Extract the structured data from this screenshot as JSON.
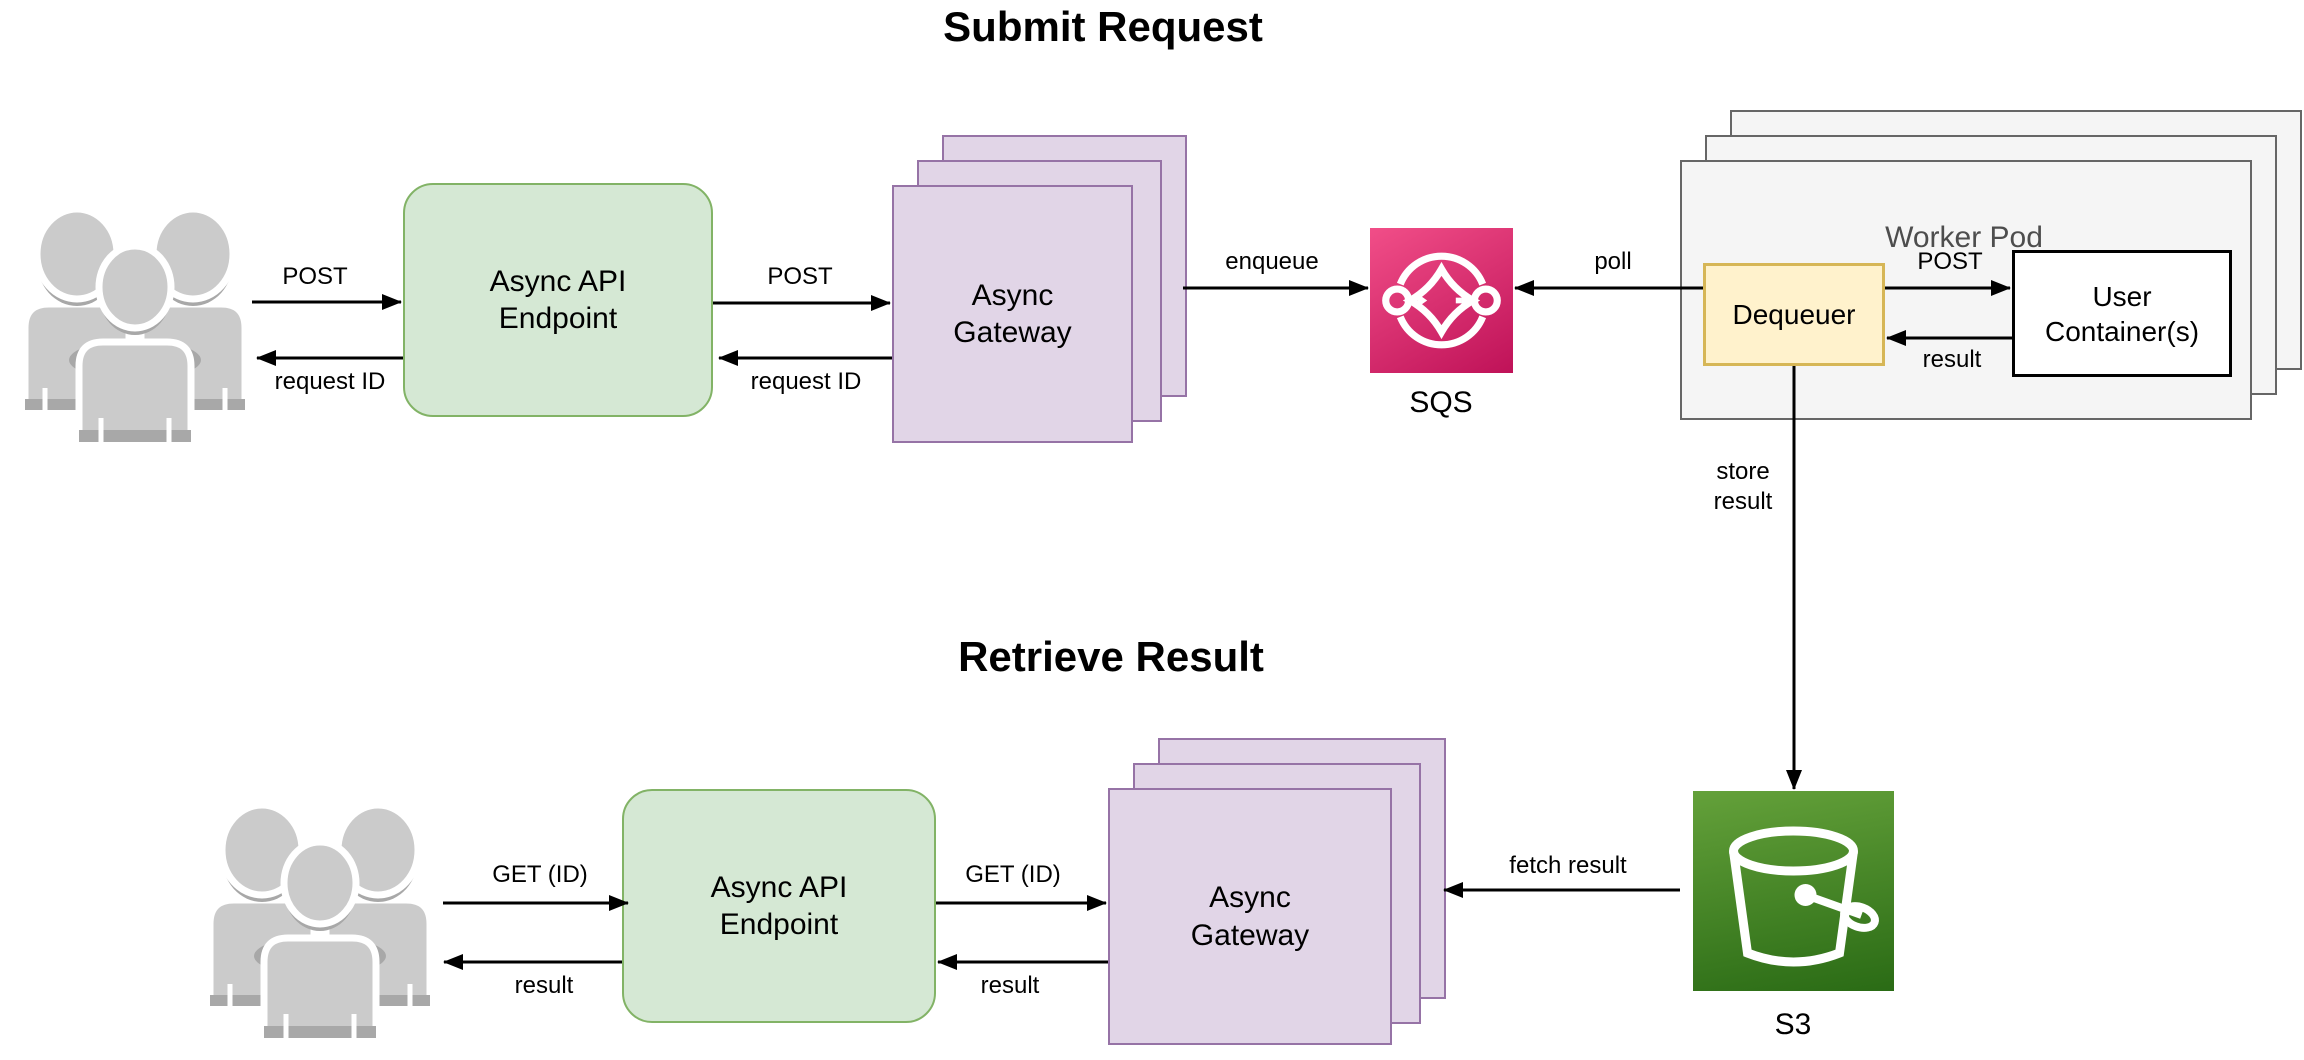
{
  "titles": {
    "submit": "Submit Request",
    "retrieve": "Retrieve Result"
  },
  "submit_flow": {
    "users": "users-group",
    "endpoint_label": "Async API\nEndpoint",
    "gateway_label": "Async\nGateway",
    "arrow_post_users_endpoint": "POST",
    "arrow_request_id_endpoint_users": "request ID",
    "arrow_post_endpoint_gateway": "POST",
    "arrow_request_id_gateway_endpoint": "request ID",
    "arrow_enqueue": "enqueue",
    "arrow_poll": "poll",
    "sqs_label": "SQS",
    "worker_pod_label": "Worker Pod",
    "dequeuer_label": "Dequeuer",
    "user_container_label": "User\nContainer(s)",
    "arrow_post_dequeuer_container": "POST",
    "arrow_result_container_dequeuer": "result",
    "arrow_store_result": "store\nresult"
  },
  "retrieve_flow": {
    "endpoint_label": "Async API\nEndpoint",
    "gateway_label": "Async\nGateway",
    "arrow_get_users_endpoint": "GET (ID)",
    "arrow_result_endpoint_users": "result",
    "arrow_get_endpoint_gateway": "GET (ID)",
    "arrow_result_gateway_endpoint": "result",
    "arrow_fetch_result": "fetch result",
    "s3_label": "S3"
  },
  "colors": {
    "green_fill": "#d5e8d4",
    "green_stroke": "#82b366",
    "purple_fill": "#e1d5e7",
    "purple_stroke": "#9673a6",
    "yellow_fill": "#fff2cc",
    "yellow_stroke": "#d6b656",
    "pod_fill": "#f5f5f5",
    "pod_stroke": "#666666",
    "sqs_gradient_top": "#f14e88",
    "sqs_gradient_bottom": "#bf1258",
    "s3_gradient_top": "#64a13a",
    "s3_gradient_bottom": "#2a6b15",
    "arrow": "#000000",
    "users_gray": "#cbcbcb"
  }
}
